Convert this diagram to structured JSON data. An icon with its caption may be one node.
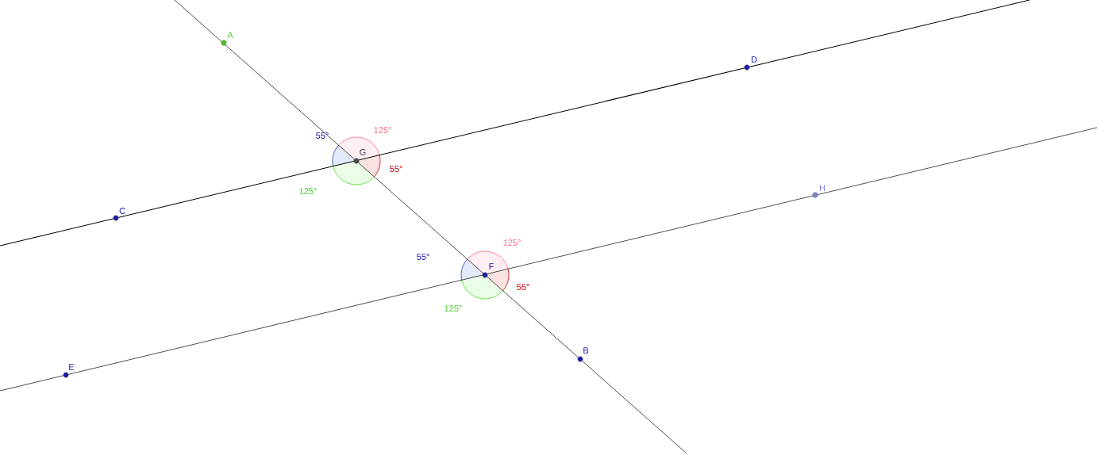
{
  "diagram": {
    "labels": [
      "A",
      "D",
      "55°",
      "125°",
      "G",
      "55°",
      "125°",
      "C",
      "H",
      "125°",
      "55°",
      "F",
      "55°",
      "125°",
      "B",
      "E"
    ]
  }
}
